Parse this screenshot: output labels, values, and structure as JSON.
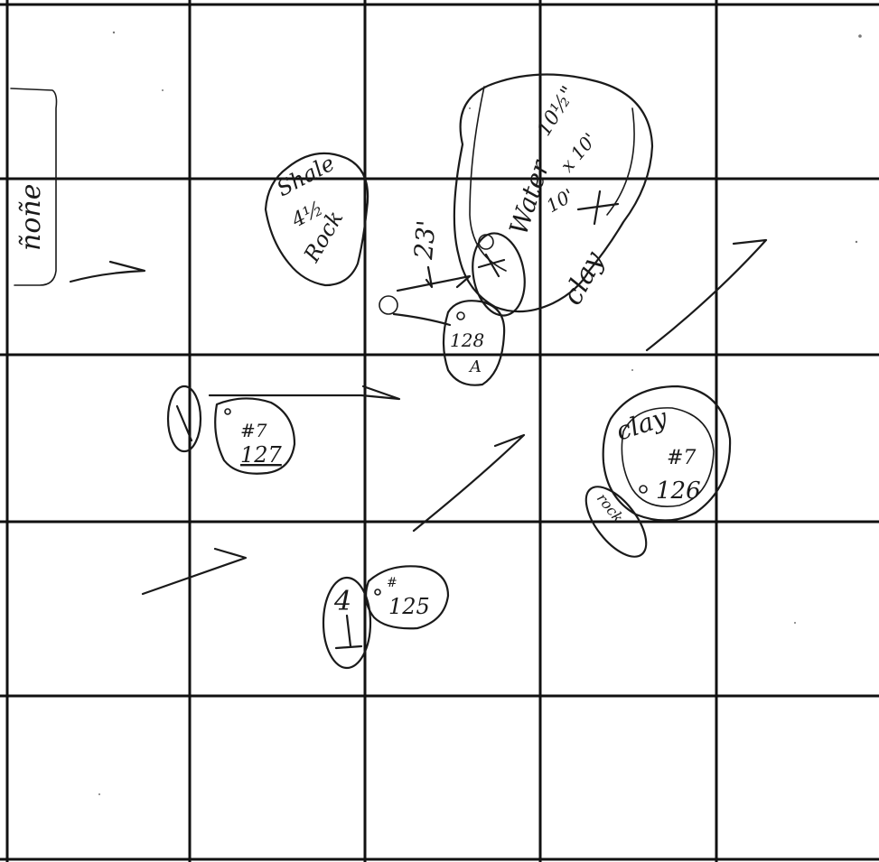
{
  "notes": {
    "margin_note": "ñoñe",
    "shale_line1": "Shale",
    "shale_line2": "4½",
    "shale_line3": "Rock",
    "distance": "23'",
    "water_label": "Water",
    "water_dim1": "10½\"",
    "water_dim2": "x 10'",
    "water_dim3": "10'",
    "clay_upper": "clay",
    "feature_128": "128",
    "feature_128_sub": "A",
    "feature_127_hash": "#7",
    "feature_127": "127",
    "clay_right": "clay",
    "feature_126_hash": "#7",
    "feature_126": "126",
    "rock_small": "rock",
    "feature_125_hash": "#",
    "feature_125": "125",
    "marker_4": "4"
  },
  "colors": {
    "ink": "#1a1a1a",
    "paper": "#ffffff"
  }
}
